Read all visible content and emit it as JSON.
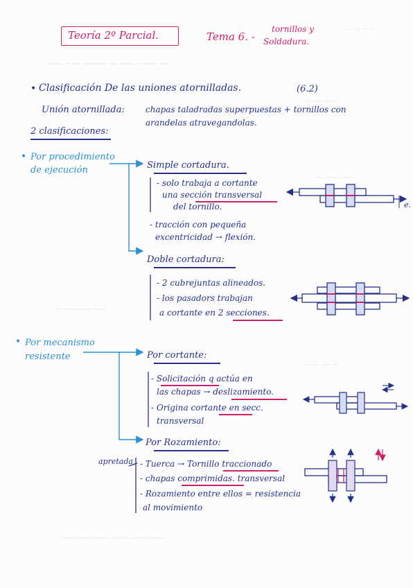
{
  "header": {
    "title_box": "Teoría 2º Parcial.",
    "topic_prefix": "Tema 6. -",
    "topic_top": "tornillos y",
    "topic_bottom": "Soldadura."
  },
  "section": {
    "heading": "Clasificación De las uniones atornilladas.",
    "ref": "(6.2)",
    "union_label": "Unión atornillada:",
    "union_def_1": "chapas taladradas superpuestas + tornillos con",
    "union_def_2": "arandelas atravegandolas.",
    "two_class": "2 clasificaciones:"
  },
  "class1": {
    "label_1": "Por procedimiento",
    "label_2": "de ejecución",
    "simple": {
      "title": "Simple cortadura.",
      "line1": "- solo trabaja a cortante",
      "line2": "una sección transversal",
      "line3": "del tornillo.",
      "line4": "- tracción con pequeña",
      "line5": "excentricidad → flexión.",
      "fig_label": "e."
    },
    "doble": {
      "title": "Doble cortadura:",
      "line1": "- 2 cubrejuntas alineados.",
      "line2": "- los pasadors trabajan",
      "line3": "a cortante en 2 secciones."
    }
  },
  "class2": {
    "label_1": "Por mecanismo",
    "label_2": "resistente",
    "cortante": {
      "title": "Por cortante:",
      "line1": "- Solicitación q actúa en",
      "line2": "las chapas → deslizamiento.",
      "line3": "- Origina cortante en secc.",
      "line4": "transversal"
    },
    "rozamiento": {
      "title": "Por Rozamiento:",
      "side_label": "apretada",
      "line1": "- Tuerca → Tornillo traccionado",
      "line2": "- chapas comprimidas. transversal",
      "line3": "- Rozamiento entre ellos = resistencia",
      "line4": "al movimiento"
    }
  },
  "colors": {
    "blue_ink": "#23318a",
    "cyan_ink": "#2a8fd3",
    "pink_ink": "#cf1f67"
  }
}
